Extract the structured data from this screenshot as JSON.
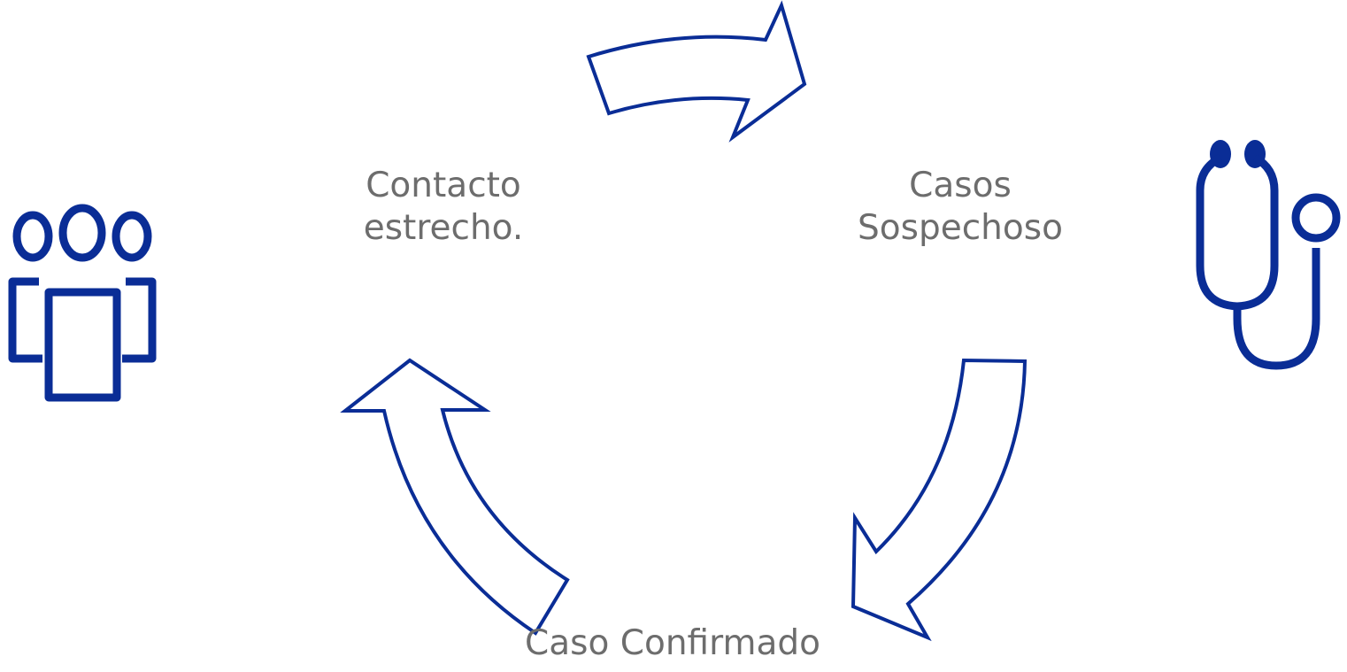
{
  "diagram": {
    "nodes": {
      "contacto": {
        "line1": "Contacto",
        "line2": "estrecho."
      },
      "sospechoso": {
        "line1": "Casos",
        "line2": "Sospechoso"
      },
      "confirmado": {
        "line1": "Caso Confirmado"
      }
    },
    "icons": {
      "left": "people-group-icon",
      "right": "stethoscope-icon"
    },
    "colors": {
      "accent": "#0a2d96",
      "text": "#6d6d6d"
    }
  }
}
